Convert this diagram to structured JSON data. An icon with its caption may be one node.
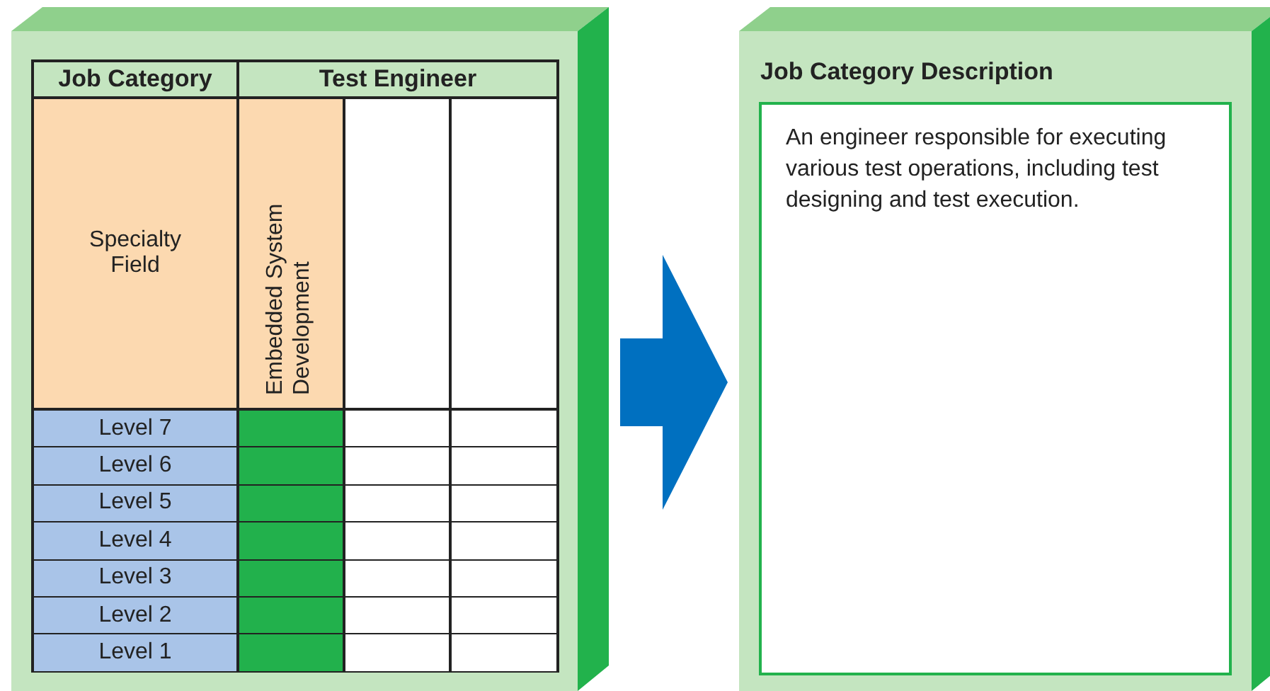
{
  "diagram": {
    "nodes": [
      {
        "text": [],
        "shape": "box"
      },
      {
        "text": [],
        "shape": "bar",
        "in": 0
      },
      {
        "text": [],
        "shape": "bar",
        "in": 0
      },
      {
        "text": [],
        "shape": "bar",
        "in": 0
      },
      {
        "text": [],
        "shape": "bar",
        "in": 0
      },
      {
        "text": [],
        "shape": "bar",
        "in": 0
      },
      {
        "text": [],
        "shape": "bar",
        "in": 0
      },
      {
        "text": [],
        "shape": "bar",
        "in": 0
      },
      {
        "text": [
          "Job Category Description"
        ]
      },
      {
        "text": [
          "An engineer responsible for executing various test operations, including test designing and test execution."
        ],
        "in": 8
      }
    ],
    "edges": [
      {
        "from": 0,
        "to": 8,
        "arrow": "to",
        "style": "thick",
        "color": "#0070c0"
      }
    ],
    "labels": [
      "Job Category",
      "Test Engineer",
      "Specialty Field",
      "Embedded System Development",
      "Level 7",
      "Level 6",
      "Level 5",
      "Level 4",
      "Level 3",
      "Level 2",
      "Level 1"
    ]
  }
}
